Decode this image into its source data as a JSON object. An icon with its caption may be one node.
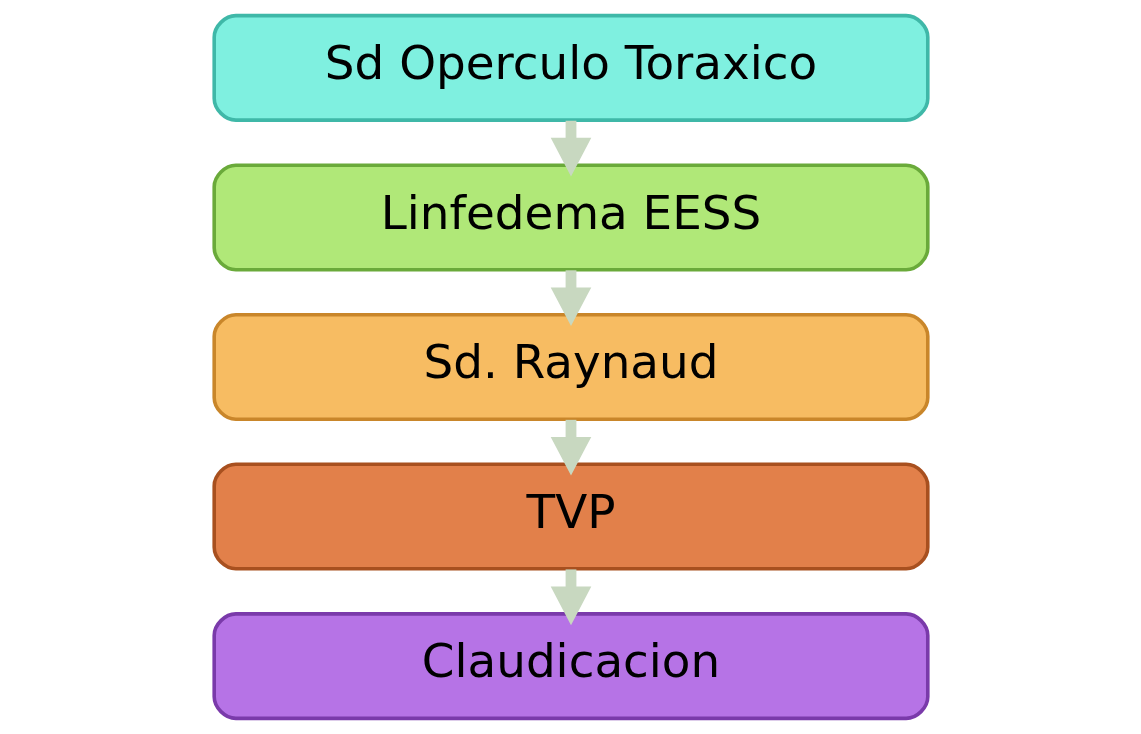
{
  "diagram": {
    "nodes": [
      {
        "text": [
          "Sd Operculo Toraxico"
        ]
      },
      {
        "text": [
          "Linfedema EESS"
        ]
      },
      {
        "text": [
          "Sd. Raynaud"
        ]
      },
      {
        "text": [
          "TVP"
        ]
      },
      {
        "text": [
          "Claudicacion"
        ]
      }
    ],
    "edges": [
      {
        "from": 0,
        "to": 1,
        "arrow": "to"
      },
      {
        "from": 1,
        "to": 2,
        "arrow": "to"
      },
      {
        "from": 2,
        "to": 3,
        "arrow": "to"
      },
      {
        "from": 3,
        "to": 4,
        "arrow": "to"
      }
    ]
  }
}
